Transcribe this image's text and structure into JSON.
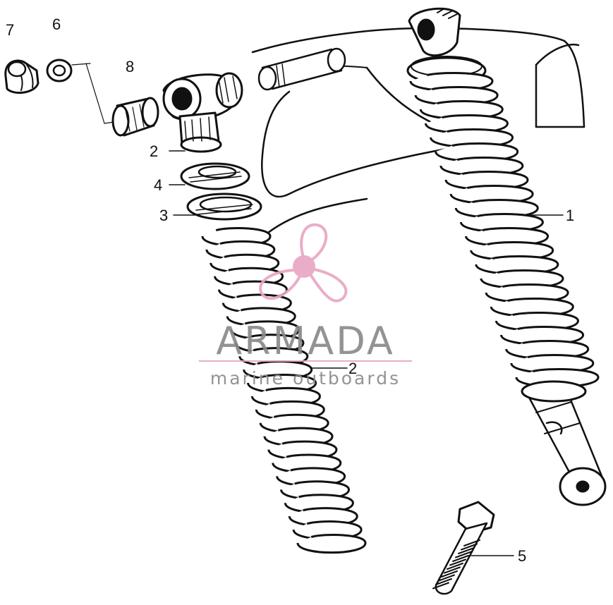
{
  "callouts": [
    {
      "id": "part-1",
      "label": "1"
    },
    {
      "id": "part-2-upper",
      "label": "2"
    },
    {
      "id": "part-2-lower",
      "label": "2"
    },
    {
      "id": "part-3",
      "label": "3"
    },
    {
      "id": "part-4",
      "label": "4"
    },
    {
      "id": "part-5",
      "label": "5"
    },
    {
      "id": "part-6",
      "label": "6"
    },
    {
      "id": "part-7",
      "label": "7"
    },
    {
      "id": "part-8",
      "label": "8"
    }
  ],
  "watermark": {
    "title": "ARMADA",
    "subtitle": "marine outboards",
    "title_color": "#8a8a8a",
    "accent_color": "#e9a7c4",
    "icon": "propeller-logo-icon"
  }
}
